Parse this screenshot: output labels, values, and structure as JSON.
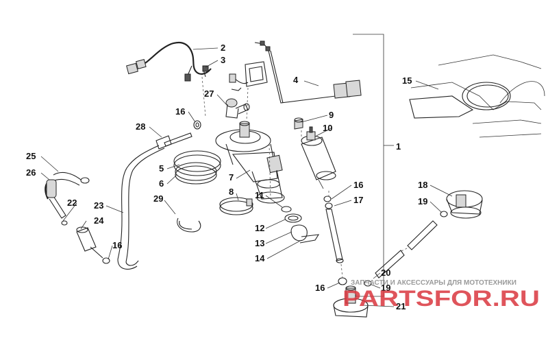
{
  "diagram": {
    "callouts": [
      {
        "id": "1",
        "text": "1"
      },
      {
        "id": "2",
        "text": "2"
      },
      {
        "id": "3",
        "text": "3"
      },
      {
        "id": "4",
        "text": "4"
      },
      {
        "id": "5",
        "text": "5"
      },
      {
        "id": "6",
        "text": "6"
      },
      {
        "id": "7",
        "text": "7"
      },
      {
        "id": "8",
        "text": "8"
      },
      {
        "id": "9",
        "text": "9"
      },
      {
        "id": "10",
        "text": "10"
      },
      {
        "id": "11",
        "text": "11"
      },
      {
        "id": "12",
        "text": "12"
      },
      {
        "id": "13",
        "text": "13"
      },
      {
        "id": "14",
        "text": "14"
      },
      {
        "id": "15",
        "text": "15"
      },
      {
        "id": "16a",
        "text": "16"
      },
      {
        "id": "16b",
        "text": "16"
      },
      {
        "id": "16c",
        "text": "16"
      },
      {
        "id": "16d",
        "text": "16"
      },
      {
        "id": "17",
        "text": "17"
      },
      {
        "id": "18",
        "text": "18"
      },
      {
        "id": "19a",
        "text": "19"
      },
      {
        "id": "19b",
        "text": "19"
      },
      {
        "id": "20",
        "text": "20"
      },
      {
        "id": "21",
        "text": "21"
      },
      {
        "id": "22",
        "text": "22"
      },
      {
        "id": "23",
        "text": "23"
      },
      {
        "id": "24",
        "text": "24"
      },
      {
        "id": "25",
        "text": "25"
      },
      {
        "id": "26",
        "text": "26"
      },
      {
        "id": "27",
        "text": "27"
      },
      {
        "id": "28",
        "text": "28"
      },
      {
        "id": "29",
        "text": "29"
      }
    ]
  },
  "watermark": {
    "tagline": "ЗАПЧАСТИ И АКСЕССУАРЫ ДЛЯ МОТОТЕХНИКИ",
    "brand": "PARTSFOR.RU",
    "brand_color": "#d9363e",
    "tagline_color": "#9a9a9a"
  }
}
